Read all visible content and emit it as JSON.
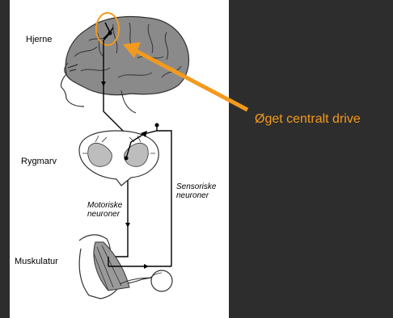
{
  "labels": {
    "brain": "Hjerne",
    "spinal_cord": "Rygmarv",
    "muscles": "Muskulatur",
    "sensory_line1": "Sensoriske",
    "sensory_line2": "neuroner",
    "motor_line1": "Motoriske",
    "motor_line2": "neuroner"
  },
  "callout": {
    "text": "Øget centralt drive",
    "color": "#f39a1e"
  },
  "colors": {
    "background": "#2d2d2d",
    "panel": "#ffffff",
    "accent": "#f39a1e"
  }
}
